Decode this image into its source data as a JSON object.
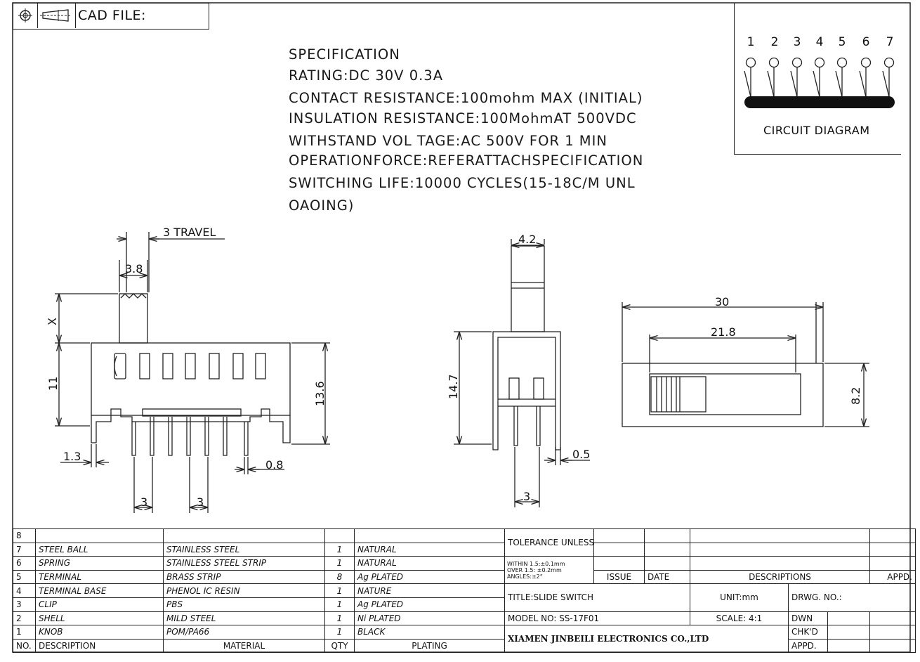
{
  "header": {
    "cad_label": "CAD FILE:",
    "icons": [
      "crosshair-circle-icon",
      "projection-cone-icon"
    ]
  },
  "spec": {
    "lines": [
      "SPECIFICATION",
      "RATING:DC 30V 0.3A",
      "CONTACT RESISTANCE:100mohm MAX (INITIAL)",
      "INSULATION RESISTANCE:100MohmAT 500VDC",
      "WITHSTAND VOL TAGE:AC 500V FOR 1 MIN",
      "OPERATIONFORCE:REFERATTACHSPECIFICATION",
      "SWITCHING LIFE:10000 CYCLES(15-18C/M UNL",
      "OAOING)"
    ]
  },
  "circuit": {
    "title": "CIRCUIT DIAGRAM",
    "pins": [
      "1",
      "2",
      "3",
      "4",
      "5",
      "6",
      "7"
    ]
  },
  "dimensions": {
    "travel": "3 TRAVEL",
    "knob_width": "3.8",
    "knob_height": "X",
    "body_height": "11",
    "total_height": "13.6",
    "edge": "1.3",
    "pin_width": "0.8",
    "pitch_left": "3",
    "pitch_right": "3",
    "side_knob": "4.2",
    "side_height": "14.7",
    "side_pin": "0.5",
    "side_pitch": "3",
    "top_length": "30",
    "top_slot": "21.8",
    "top_width": "8.2"
  },
  "bom": {
    "rows": [
      {
        "no": "8",
        "desc": "",
        "material": "",
        "qty": "",
        "plating": ""
      },
      {
        "no": "7",
        "desc": "STEEL BALL",
        "material": "STAINLESS STEEL",
        "qty": "1",
        "plating": "NATURAL"
      },
      {
        "no": "6",
        "desc": "SPRING",
        "material": "STAINLESS STEEL STRIP",
        "qty": "1",
        "plating": "NATURAL"
      },
      {
        "no": "5",
        "desc": "TERMINAL",
        "material": "BRASS STRIP",
        "qty": "8",
        "plating": "Ag PLATED"
      },
      {
        "no": "4",
        "desc": "TERMINAL BASE",
        "material": "PHENOL IC RESIN",
        "qty": "1",
        "plating": "NATURE"
      },
      {
        "no": "3",
        "desc": "CLIP",
        "material": "PBS",
        "qty": "1",
        "plating": "Ag PLATED"
      },
      {
        "no": "2",
        "desc": "SHELL",
        "material": "MILD STEEL",
        "qty": "1",
        "plating": "Ni PLATED"
      },
      {
        "no": "1",
        "desc": "KNOB",
        "material": "POM/PA66",
        "qty": "1",
        "plating": "BLACK"
      }
    ],
    "headers": {
      "no": "NO.",
      "desc": "DESCRIPTION",
      "material": "MATERIAL",
      "qty": "QTY",
      "plating": "PLATING"
    }
  },
  "titleblock": {
    "tolerance_title": "TOLERANCE UNLESS SPECIFIED",
    "tol_1": "WITHIN 1.5:±0.1mm",
    "tol_2": "OVER 1.5: ±0.2mm",
    "tol_3": "ANGLES:±2°",
    "issue": "ISSUE",
    "date": "DATE",
    "descriptions": "DESCRIPTIONS",
    "appd": "APPD.",
    "title": "TITLE:SLIDE SWITCH",
    "unit": "UNIT:mm",
    "drwg_no": "DRWG. NO.:",
    "model": "MODEL NO: SS-17F01",
    "scale": "SCALE: 4:1",
    "dwn": "DWN",
    "chkd": "CHK'D",
    "appd2": "APPD.",
    "company": "XIAMEN JINBEILI ELECTRONICS CO.,LTD"
  }
}
